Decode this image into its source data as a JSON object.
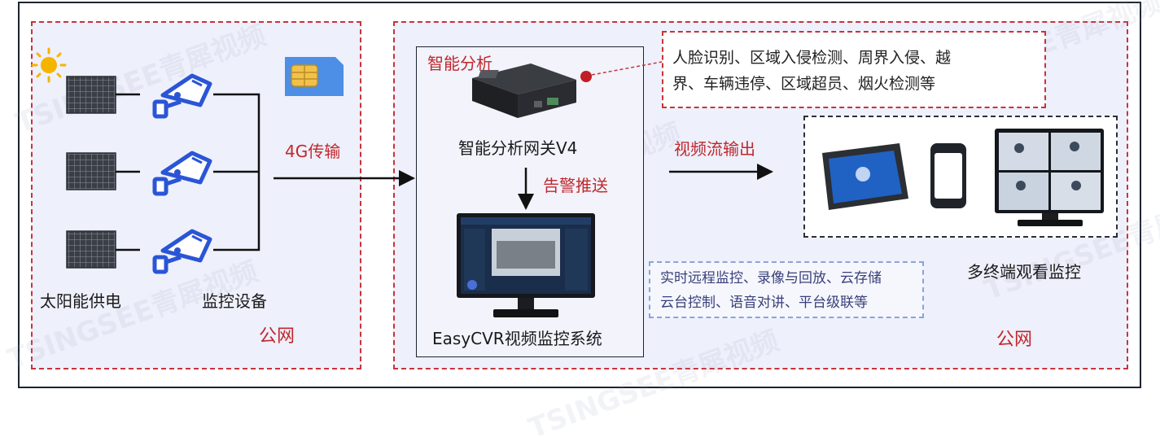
{
  "left_zone": {
    "label_solar": "太阳能供电",
    "label_cameras": "监控设备",
    "label_network": "公网"
  },
  "transport": {
    "label": "4G传输"
  },
  "gateway": {
    "title": "智能分析",
    "device_label": "智能分析网关V4",
    "alarm_label": "告警推送",
    "system_label": "EasyCVR视频监控系统"
  },
  "features": {
    "line1": "人脸识别、区域入侵检测、周界入侵、越",
    "line2": "界、车辆违停、区域超员、烟火检测等"
  },
  "output": {
    "label": "视频流输出"
  },
  "terminals": {
    "label": "多终端观看监控"
  },
  "platform_funcs": {
    "line1": "实时远程监控、录像与回放、云存储",
    "line2": "云台控制、语音对讲、平台级联等"
  },
  "right_zone": {
    "label_network": "公网"
  },
  "colors": {
    "zone_border": "#c8333b",
    "zone_fill": "#eef0fb",
    "camera_blue": "#2a55d6",
    "sun_yellow": "#f5b400",
    "alert_red": "#c0272d"
  },
  "watermarks": [
    "TSINGSEE",
    "青犀视频"
  ]
}
